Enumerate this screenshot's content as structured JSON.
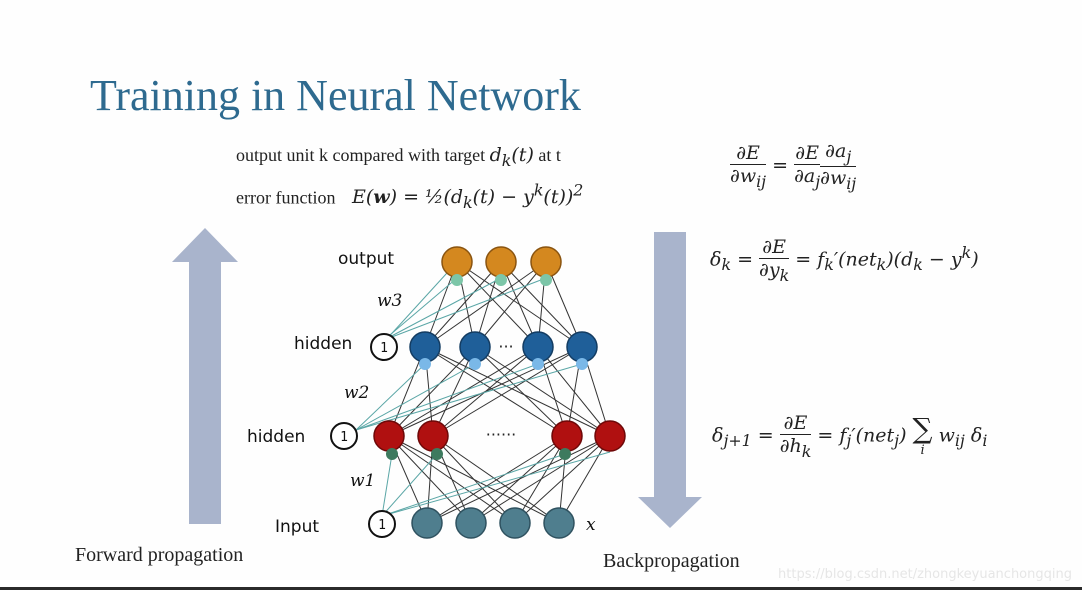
{
  "title": "Training in Neural Network",
  "header": {
    "line1": "output unit k compared with target",
    "line1_math": "dk(t)",
    "line1_tail": "at t",
    "line2": "error function",
    "line2_math": "E(w) = ½(dk(t) − yk(t))²"
  },
  "layers": {
    "output": "output",
    "hidden_top": "hidden",
    "hidden_bottom": "hidden",
    "input": "Input"
  },
  "weights": {
    "w3": "w3",
    "w2": "w2",
    "w1": "w1"
  },
  "bias_label": "1",
  "ellipsis_top": "···",
  "ellipsis_bottom": "······",
  "input_var": "x",
  "arrows": {
    "forward": "Forward propagation",
    "backward": "Backpropagation"
  },
  "equations": {
    "eq1": "∂E/∂wij = ∂E/∂aj · ∂aj/∂wij",
    "eq2": "δk = ∂E/∂yk = fk′(netk)(dk − yk)",
    "eq3": "δj+1 = ∂E/∂hk = fj′(netj) Σi wij δi"
  },
  "watermark": "https://blog.csdn.net/zhongkeyuanchongqing",
  "colors": {
    "title": "#2e6a8f",
    "output_node": "#d4881f",
    "hidden_top_node": "#1f5f99",
    "hidden_bottom_node": "#b01010",
    "input_node": "#4f7e8e",
    "arrow": "#a9b4cc"
  }
}
